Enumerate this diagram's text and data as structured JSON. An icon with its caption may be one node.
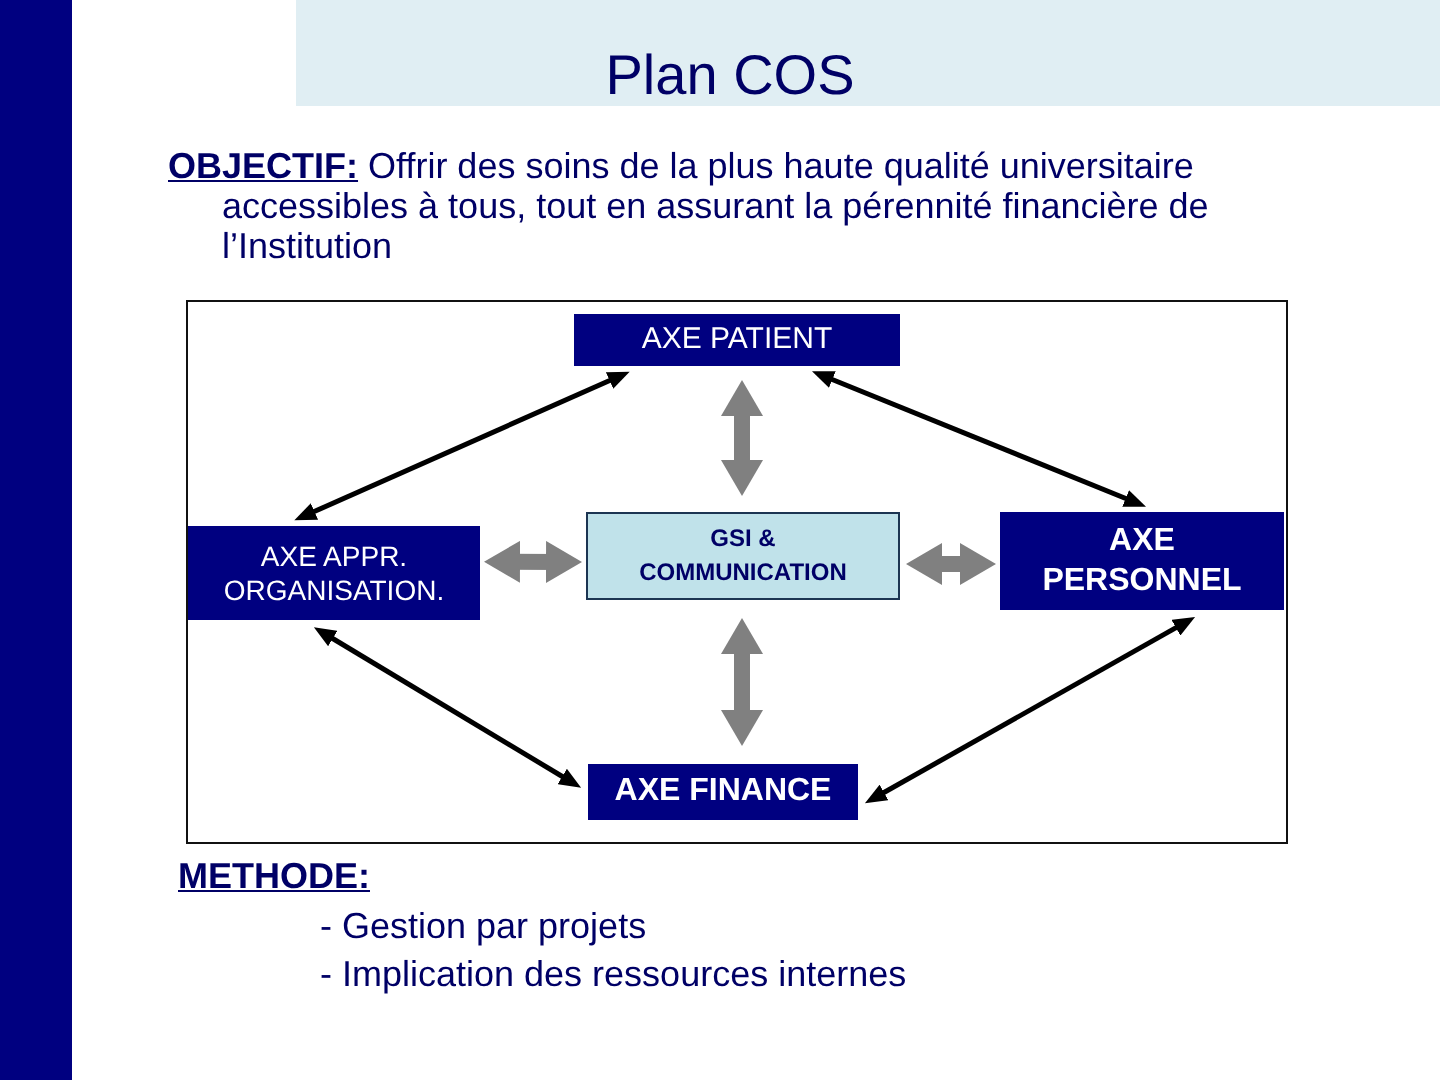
{
  "diagram": {
    "title": "Plan COS",
    "nodes": [
      {
        "text": [
          "AXE PATIENT"
        ]
      },
      {
        "text": [
          "AXE APPR. ORGANISATION."
        ]
      },
      {
        "text": [
          "GSI & COMMUNICATION"
        ]
      },
      {
        "text": [
          "AXE PERSONNEL"
        ]
      },
      {
        "text": [
          "AXE FINANCE"
        ]
      }
    ],
    "edges": [
      {
        "from": 0,
        "to": 1,
        "arrow": "both"
      },
      {
        "from": 0,
        "to": 2,
        "arrow": "both",
        "style": "thick",
        "color": "#808080"
      },
      {
        "from": 0,
        "to": 3,
        "arrow": "both"
      },
      {
        "from": 1,
        "to": 2,
        "arrow": "both",
        "style": "thick",
        "color": "#808080"
      },
      {
        "from": 2,
        "to": 3,
        "arrow": "both",
        "style": "thick",
        "color": "#808080"
      },
      {
        "from": 1,
        "to": 4,
        "arrow": "both"
      },
      {
        "from": 2,
        "to": 4,
        "arrow": "both",
        "style": "thick",
        "color": "#808080"
      },
      {
        "from": 3,
        "to": 4,
        "arrow": "both"
      }
    ],
    "labels": [
      "**OBJECTIF:** Offrir des soins de la plus haute qualité universitaire accessibles à tous, tout en assurant la pérennité financière de l’Institution",
      "METHODE:",
      "- Gestion par projets",
      "- Implication des ressources internes"
    ]
  }
}
